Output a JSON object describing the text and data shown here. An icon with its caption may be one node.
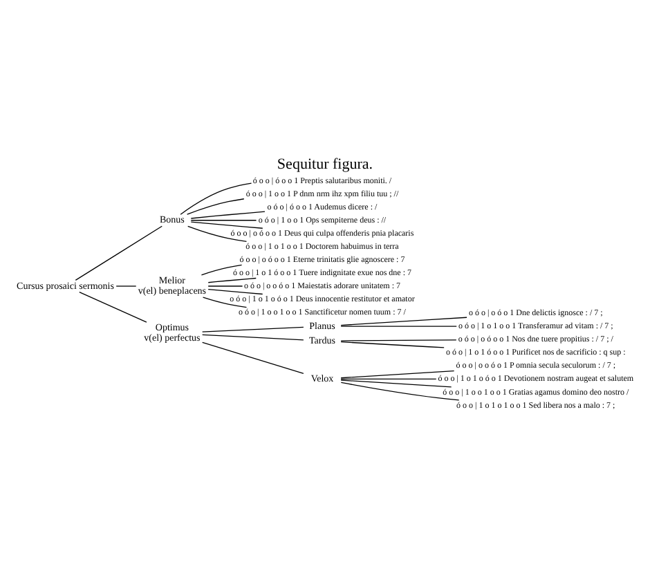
{
  "diagram": {
    "title": "Sequitur figura.",
    "nodes": [
      {
        "text": [
          "Cursus prosaici sermonis"
        ]
      },
      {
        "text": [
          "Bonus"
        ]
      },
      {
        "text": [
          "Melior",
          "v(el) beneplacens"
        ]
      },
      {
        "text": [
          "Optimus",
          "v(el) perfectus"
        ]
      },
      {
        "text": [
          "ó o o | ó o o 1 Preptis salutaribus moniti. /"
        ]
      },
      {
        "text": [
          "ó o o | 1 o o 1 P dnm nrm ihz xpm filiu tuu ; //"
        ]
      },
      {
        "text": [
          "o ó o | ó o o 1 Audemus dicere : /"
        ]
      },
      {
        "text": [
          "o ó o | 1 o o 1 Ops sempiterne deus : //"
        ]
      },
      {
        "text": [
          "ó o o | o ó o o 1 Deus qui culpa offenderis pnia placaris"
        ]
      },
      {
        "text": [
          "ó o o | 1 o 1 o o 1 Doctorem habuimus in terra"
        ]
      },
      {
        "text": [
          "ó o o | o ó o o 1 Eterne trinitatis glie agnoscere : 7"
        ]
      },
      {
        "text": [
          "ó o o | 1 o 1 ó o o 1 Tuere indignitate exue nos dne : 7"
        ]
      },
      {
        "text": [
          "o ó o | o o ó o 1 Maiestatis adorare unitatem : 7"
        ]
      },
      {
        "text": [
          "o ó o | 1 o 1 o ó o 1 Deus innocentie restitutor et amator"
        ]
      },
      {
        "text": [
          "o ó o | 1 o o 1 o o 1 Sanctificetur nomen tuum : 7 /"
        ]
      },
      {
        "text": [
          "Planus"
        ]
      },
      {
        "text": [
          "Tardus"
        ]
      },
      {
        "text": [
          "Velox"
        ]
      },
      {
        "text": [
          "o ó o | o ó o 1 Dne delictis ignosce : / 7 ;"
        ]
      },
      {
        "text": [
          "o ó o | 1 o 1 o o 1 Transferamur ad vitam : / 7 ;"
        ]
      },
      {
        "text": [
          "o ó o | o ó o o 1 Nos dne tuere propitius : / 7 ; /"
        ]
      },
      {
        "text": [
          "o ó o | 1 o 1 ó o o 1 Purificet nos de sacrificio : q sup :"
        ]
      },
      {
        "text": [
          "ó o o | o o ó o 1 P omnia secula seculorum : / 7 ;"
        ]
      },
      {
        "text": [
          "ó o o | 1 o 1 o ó o 1 Devotionem nostram augeat et salutem"
        ]
      },
      {
        "text": [
          "ó o o | 1 o o 1 o o 1 Gratias agamus domino deo nostro /"
        ]
      },
      {
        "text": [
          "ó o o | 1 o 1 o 1 o o 1 Sed libera nos a malo : 7 ;"
        ]
      }
    ],
    "edges": [
      {
        "from": 0,
        "to": 1,
        "arrow": "none"
      },
      {
        "from": 0,
        "to": 2,
        "arrow": "none"
      },
      {
        "from": 0,
        "to": 3,
        "arrow": "none"
      },
      {
        "from": 1,
        "to": 4,
        "arrow": "none"
      },
      {
        "from": 1,
        "to": 5,
        "arrow": "none"
      },
      {
        "from": 1,
        "to": 6,
        "arrow": "none"
      },
      {
        "from": 1,
        "to": 7,
        "arrow": "none"
      },
      {
        "from": 1,
        "to": 8,
        "arrow": "none"
      },
      {
        "from": 1,
        "to": 9,
        "arrow": "none"
      },
      {
        "from": 2,
        "to": 10,
        "arrow": "none"
      },
      {
        "from": 2,
        "to": 11,
        "arrow": "none"
      },
      {
        "from": 2,
        "to": 12,
        "arrow": "none"
      },
      {
        "from": 2,
        "to": 13,
        "arrow": "none"
      },
      {
        "from": 2,
        "to": 14,
        "arrow": "none"
      },
      {
        "from": 3,
        "to": 15,
        "arrow": "none"
      },
      {
        "from": 3,
        "to": 16,
        "arrow": "none"
      },
      {
        "from": 3,
        "to": 17,
        "arrow": "none"
      },
      {
        "from": 15,
        "to": 18,
        "arrow": "none"
      },
      {
        "from": 15,
        "to": 19,
        "arrow": "none"
      },
      {
        "from": 16,
        "to": 20,
        "arrow": "none"
      },
      {
        "from": 16,
        "to": 21,
        "arrow": "none"
      },
      {
        "from": 17,
        "to": 22,
        "arrow": "none"
      },
      {
        "from": 17,
        "to": 23,
        "arrow": "none"
      },
      {
        "from": 17,
        "to": 24,
        "arrow": "none"
      },
      {
        "from": 17,
        "to": 25,
        "arrow": "none"
      }
    ]
  }
}
